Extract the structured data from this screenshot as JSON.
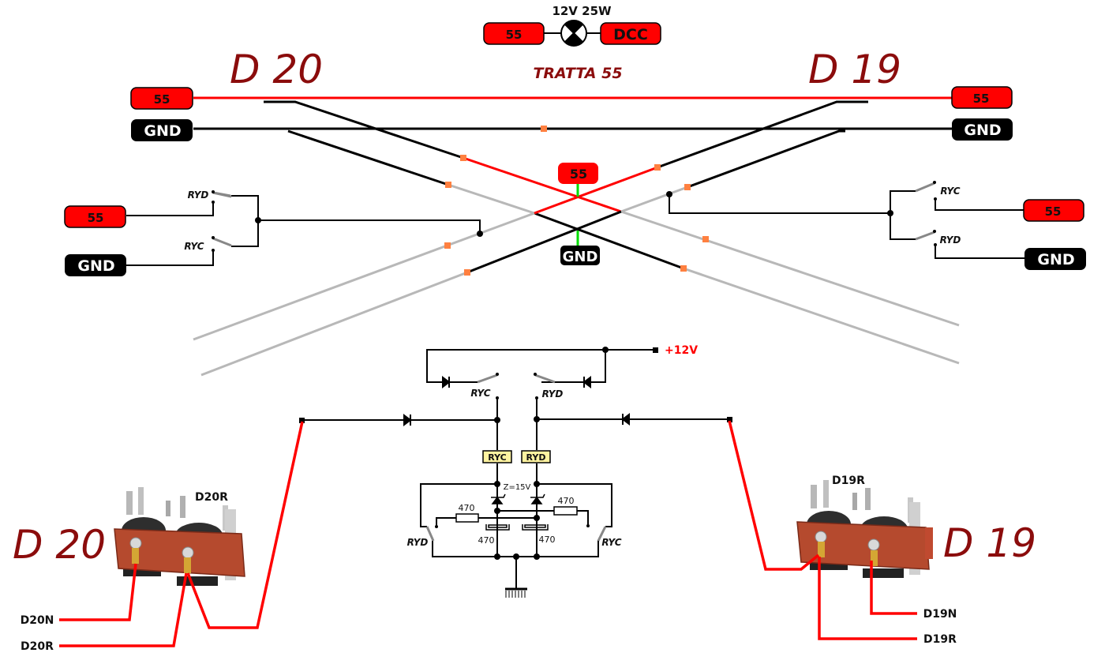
{
  "lamp": {
    "rating": "12V 25W",
    "left_terminal": "55",
    "right_terminal": "DCC"
  },
  "section_title": "TRATTA 55",
  "turnout_labels": {
    "left": "D 20",
    "right": "D 19"
  },
  "terminals": {
    "top_left_feed": "55",
    "top_left_gnd": "GND",
    "top_right_feed": "55",
    "top_right_gnd": "GND",
    "center_feed": "55",
    "center_gnd": "GND",
    "left_relay_feed": "55",
    "left_relay_gnd": "GND",
    "right_relay_feed": "55",
    "right_relay_gnd": "GND"
  },
  "relay_contacts": {
    "left_upper": "RYD",
    "left_lower": "RYC",
    "right_upper": "RYC",
    "right_lower": "RYD",
    "top_left": "RYC",
    "top_right": "RYD",
    "bottom_left": "RYD",
    "bottom_right": "RYC"
  },
  "supply_label": "+12V",
  "relay_coils": [
    "RYC",
    "RYD"
  ],
  "zener_label": "Z=15V",
  "resistor_values": [
    "470",
    "470"
  ],
  "capacitor_values": [
    "470",
    "470"
  ],
  "motor_labels": {
    "d20_top": "D20R",
    "d20_wire_n": "D20N",
    "d20_wire_r": "D20R",
    "d19_top": "D19R",
    "d19_wire_n": "D19N",
    "d19_wire_r": "D19R"
  },
  "colors": {
    "feed": "#ff0000",
    "gnd": "#000000",
    "isolator": "#ff8040",
    "rail_dead": "#b8b8b8",
    "title": "#8b0c0c",
    "bridge": "#00dd00",
    "coil_fill": "#fff3a0"
  }
}
